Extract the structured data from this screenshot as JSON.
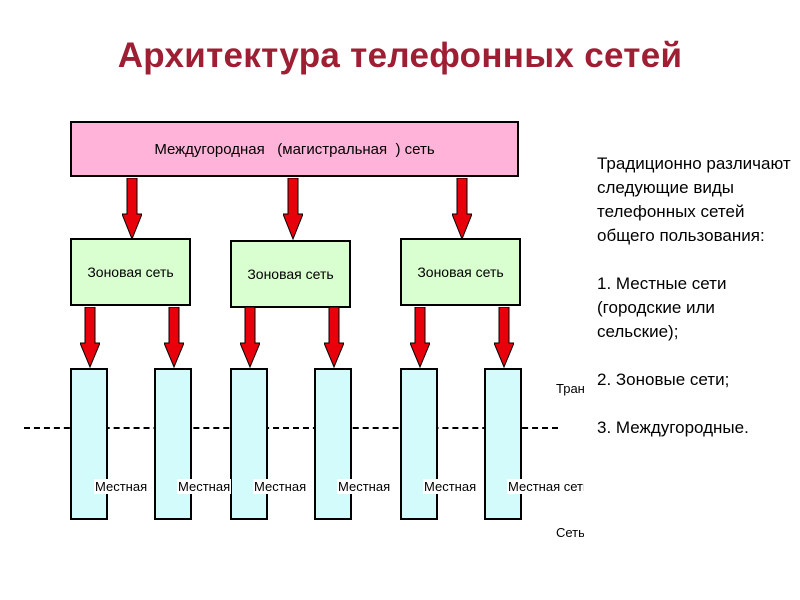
{
  "title": "Архитектура телефонных сетей",
  "diagram": {
    "trunk_network": "Междугородная   (магистральная  ) сеть",
    "zone_networks": [
      "Зоновая сеть",
      "Зоновая сеть",
      "Зоновая сеть"
    ],
    "local_networks": [
      "Местная",
      "Местная",
      "Местная",
      "Местная",
      "Местная",
      "Местная сеть"
    ],
    "side_label_top": "Транспортная",
    "side_label_bottom": "Сеть"
  },
  "description": {
    "intro": "Традиционно различают следующие виды телефонных сетей общего пользования:",
    "items": [
      "1. Местные сети (городские или сельские);",
      "2. Зоновые сети;",
      "3. Междугородные."
    ]
  },
  "colors": {
    "title": "#9e1f34",
    "trunk_fill": "#ffb3d9",
    "zone_fill": "#d9ffd0",
    "local_fill": "#d4fbfb",
    "arrow_fill": "#e8000a"
  }
}
